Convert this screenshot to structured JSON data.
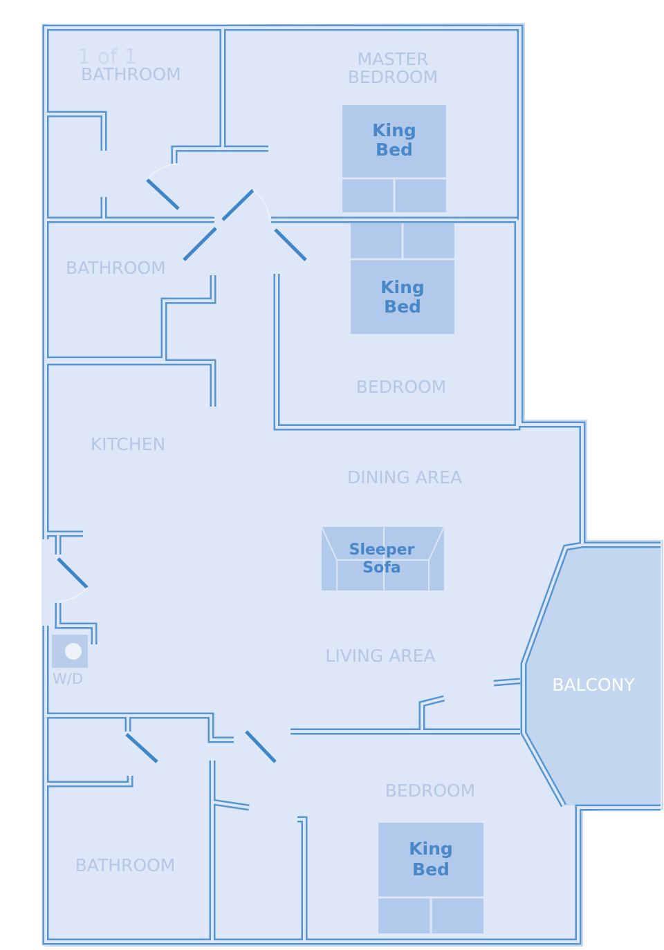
{
  "page_indicator": "1 of 1",
  "rooms": {
    "bathroom_1": "BATHROOM",
    "master_bedroom": [
      "MASTER",
      "BEDROOM"
    ],
    "bathroom_2": "BATHROOM",
    "bedroom_2": "BEDROOM",
    "kitchen": "KITCHEN",
    "dining_area": "DINING AREA",
    "living_area": "LIVING AREA",
    "balcony": "BALCONY",
    "bedroom_3": "BEDROOM",
    "bathroom_3": "BATHROOM",
    "washer_dryer": "W/D"
  },
  "furniture": {
    "master_bed": [
      "King",
      "Bed"
    ],
    "bed_2": [
      "King",
      "Bed"
    ],
    "bed_3": [
      "King",
      "Bed"
    ],
    "sofa": [
      "Sleeper",
      "Sofa"
    ]
  },
  "colors": {
    "floor": "#dde7f7",
    "walls": "#5596d0",
    "furniture": "#b1c9ea",
    "balcony": "#c3d6ef",
    "labels": "#b4c7e4"
  }
}
